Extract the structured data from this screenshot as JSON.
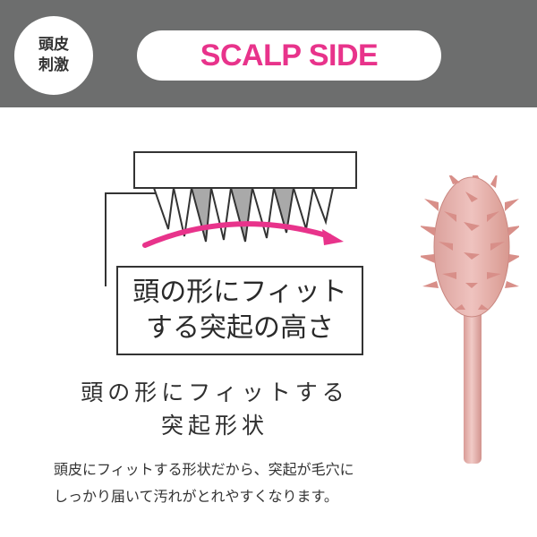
{
  "header": {
    "badge_lines": [
      "頭皮",
      "刺激"
    ],
    "title": "SCALP SIDE"
  },
  "callout": {
    "lines": [
      "頭の形にフィット",
      "する突起の高さ"
    ]
  },
  "heading": {
    "lines": [
      "頭の形にフィットする",
      "突起形状"
    ]
  },
  "description": {
    "lines": [
      "頭皮にフィットする形状だから、突起が毛穴に",
      "しっかり届いて汚れがとれやすくなります。"
    ]
  },
  "colors": {
    "header_bg": "#6d6e6e",
    "accent_pink": "#e8338b",
    "brush_pink": "#e6b0ac",
    "dark_text": "#333333"
  }
}
